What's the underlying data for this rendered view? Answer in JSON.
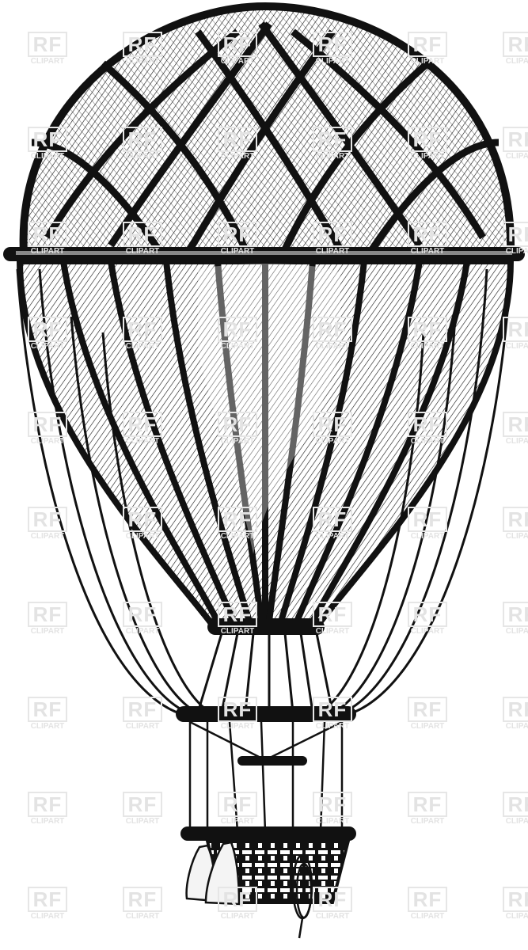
{
  "image": {
    "subject": "Vintage hot air balloon engraving illustration",
    "style": "black ink crosshatch on white",
    "colors": {
      "ink": "#111111",
      "background": "#ffffff",
      "watermark": "#e3e3e3"
    }
  },
  "watermark": {
    "line1": "RF",
    "line2": "CLIPART",
    "grid": {
      "x": [
        35,
        155,
        275,
        395,
        515,
        635
      ],
      "y": [
        40,
        160,
        280,
        400,
        520,
        640,
        760,
        880,
        1000,
        1120
      ]
    }
  }
}
